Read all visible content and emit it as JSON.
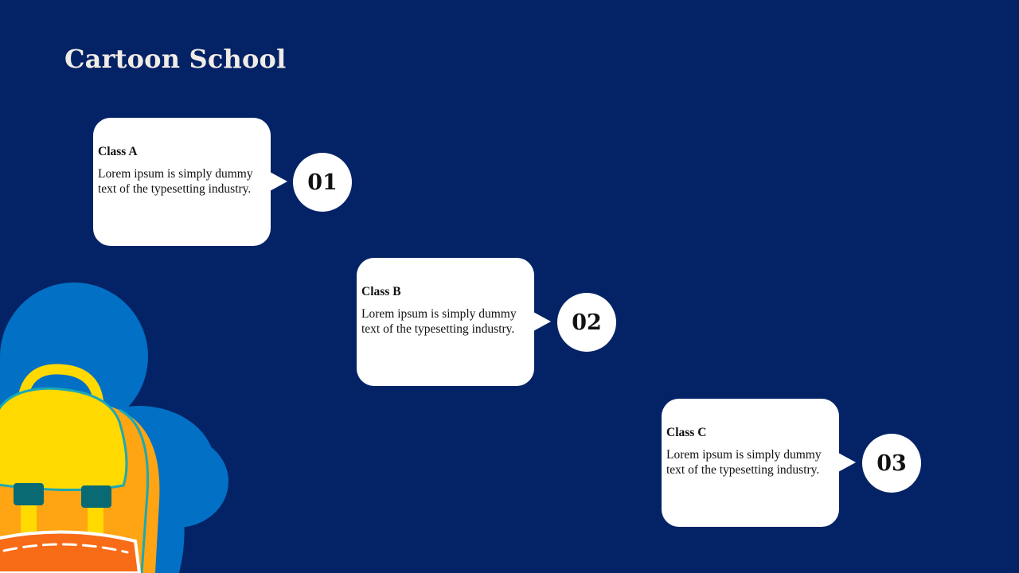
{
  "slide": {
    "title": "Cartoon School"
  },
  "steps": [
    {
      "number": "01",
      "heading": "Class A",
      "body": "Lorem ipsum is simply dummy text of the typesetting industry."
    },
    {
      "number": "02",
      "heading": "Class B",
      "body": "Lorem ipsum is simply dummy text of the typesetting industry."
    },
    {
      "number": "03",
      "heading": "Class C",
      "body": "Lorem ipsum is simply dummy text of the typesetting industry."
    }
  ],
  "colors": {
    "background": "#042366",
    "card": "#ffffff",
    "splash_blue": "#0270c4",
    "backpack_yellow": "#ffd900",
    "backpack_orange": "#ffa412",
    "pocket_orange": "#f86b17",
    "buckle_teal": "#0a6a73"
  },
  "icons": [
    "backpack-illustration",
    "blue-splash-shape"
  ]
}
